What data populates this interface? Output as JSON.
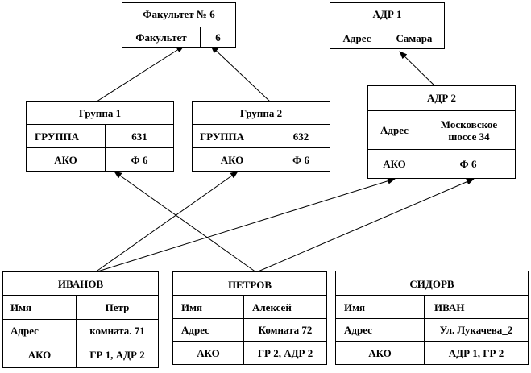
{
  "faculty": {
    "title": "Факультет № 6",
    "row_key": "Факультет",
    "row_value": "6"
  },
  "adr1": {
    "title": "АДР 1",
    "row_key": "Адрес",
    "row_value": "Самара"
  },
  "adr2": {
    "title": "АДР 2",
    "rows": [
      {
        "key": "Адрес",
        "value": "Московское шоссе 34"
      },
      {
        "key": "АКО",
        "value": "Ф 6"
      }
    ]
  },
  "group1": {
    "title": "Группа 1",
    "rows": [
      {
        "key": "ГРУППА",
        "value": "631"
      },
      {
        "key": "АКО",
        "value": "Ф 6"
      }
    ]
  },
  "group2": {
    "title": "Группа 2",
    "rows": [
      {
        "key": "ГРУППА",
        "value": "632"
      },
      {
        "key": "АКО",
        "value": "Ф 6"
      }
    ]
  },
  "ivanov": {
    "title": "ИВАНОВ",
    "rows": [
      {
        "key": "Имя",
        "value": "Петр"
      },
      {
        "key": "Адрес",
        "value": "комната. 71"
      },
      {
        "key": "АКО",
        "value": "ГР 1, АДР 2"
      }
    ]
  },
  "petrov": {
    "title": "ПЕТРОВ",
    "rows": [
      {
        "key": "Имя",
        "value": "Алексей"
      },
      {
        "key": "Адрес",
        "value": "Комната 72"
      },
      {
        "key": "АКО",
        "value": "ГР 2, АДР 2"
      }
    ]
  },
  "sidorv": {
    "title": "СИДОРВ",
    "rows": [
      {
        "key": "Имя",
        "value": "ИВАН"
      },
      {
        "key": "Адрес",
        "value": "Ул. Лукачева_2"
      },
      {
        "key": "АКО",
        "value": "АДР 1, ГР 2"
      }
    ]
  },
  "line_color": "#000000"
}
